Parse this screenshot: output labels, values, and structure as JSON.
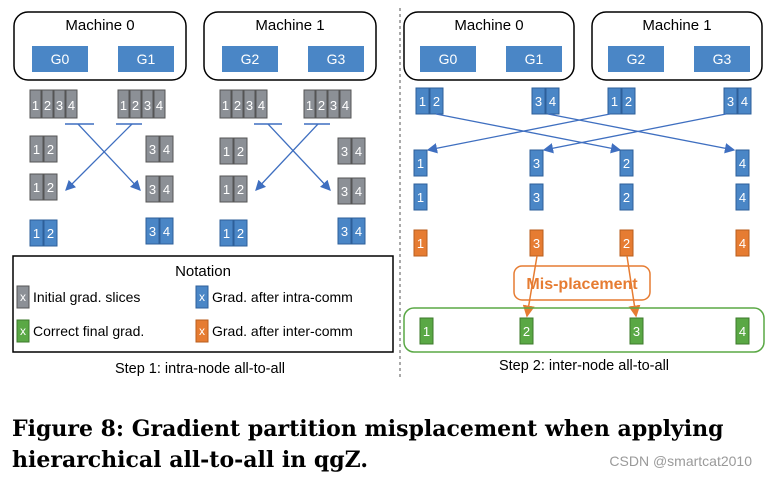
{
  "step1": {
    "machine0": "Machine 0",
    "machine1": "Machine 1",
    "gpus": [
      "G0",
      "G1",
      "G2",
      "G3"
    ],
    "label": "Step 1: intra-node all-to-all"
  },
  "step2": {
    "machine0": "Machine 0",
    "machine1": "Machine 1",
    "gpus": [
      "G0",
      "G1",
      "G2",
      "G3"
    ],
    "label": "Step 2: inter-node all-to-all",
    "misplacement": "Mis-placement"
  },
  "notation": {
    "title": "Notation",
    "marker": "x",
    "initial": "Initial grad. slices",
    "intra": "Grad. after intra-comm",
    "final": "Correct final grad.",
    "inter": "Grad. after inter-comm"
  },
  "slices": {
    "s1": "1",
    "s2": "2",
    "s3": "3",
    "s4": "4"
  },
  "colors": {
    "gray": "#8c9096",
    "blue": "#4a86c6",
    "orange": "#e67c32",
    "green": "#5aa845",
    "misplacement": "#e67c32",
    "arrow": "#3f6fc0"
  },
  "caption": {
    "line1": "Figure 8:  Gradient partition misplacement when applying",
    "line2": "hierarchical all-to-all in qgZ."
  },
  "watermark": "CSDN @smartcat2010"
}
